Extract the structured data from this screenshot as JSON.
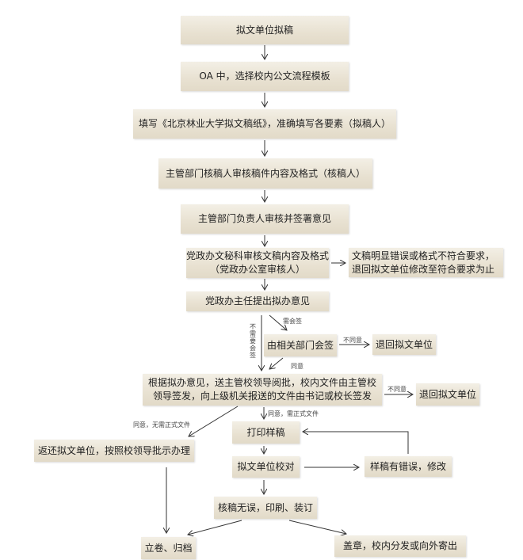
{
  "steps": {
    "s1": "拟文单位拟稿",
    "s2": "OA 中，选择校内公文流程模板",
    "s3": "填写《北京林业大学拟文稿纸》，准确填写各要素（拟稿人）",
    "s4": "主管部门核稿人审核稿件内容及格式（核稿人）",
    "s5": "主管部门负责人审核并签署意见",
    "s6a": "党政办文秘科审核文稿内容及格式",
    "s6b": "（党政办公室审核人）",
    "s6r1": "文稿明显错误或格式不符合要求，",
    "s6r2": "退回拟文单位修改至符合要求为止",
    "s7": "党政办主任提出拟办意见",
    "s8": "由相关部门会签",
    "s8r": "退回拟文单位",
    "s9a": "根据拟办意见，送主管校领导阅批，校内文件由主管校",
    "s9b": "领导签发，向上级机关报送的文件由书记或校长签发",
    "s9r": "退回拟文单位",
    "s10": "打印样稿",
    "s11": "返还拟文单位，按照校领导批示办理",
    "s12": "拟文单位校对",
    "s12r": "样稿有错误，修改",
    "s13": "核稿无误，印刷、装订",
    "s14": "立卷、归档",
    "s15": "盖章，校内分发或向外寄出"
  },
  "labels": {
    "need_cosign": "需会签",
    "no_cosign": "不需要会签",
    "disagree1": "不同意",
    "agree": "同意",
    "disagree2": "不同意",
    "agree_formal": "同意，需正式文件",
    "agree_informal": "同意，无需正式文件"
  }
}
